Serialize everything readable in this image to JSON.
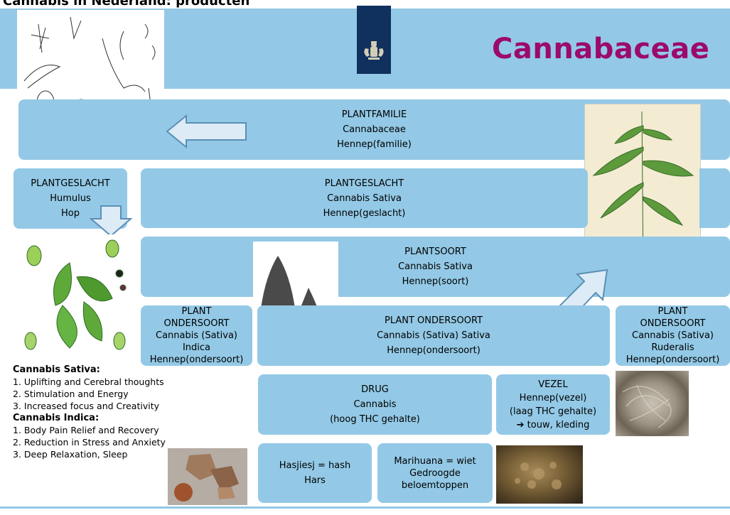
{
  "header": {
    "cut_title": "Cannabis in Nederland: producten",
    "title": "Cannabaceae",
    "logo_icon": "dutch-coat-of-arms-icon",
    "title_color": "#9c0a6b",
    "band_color": "#93c9e6",
    "logo_color": "#10305e"
  },
  "boxes": {
    "plantfamilie": {
      "line1": "PLANTFAMILIE",
      "line2": "Cannabaceae",
      "line3": "Hennep(familie)"
    },
    "geslacht_humulus": {
      "line1": "PLANTGESLACHT",
      "line2": "Humulus",
      "line3": "Hop"
    },
    "geslacht_cannabis": {
      "line1": "PLANTGESLACHT",
      "line2": "Cannabis Sativa",
      "line3": "Hennep(geslacht)"
    },
    "plantsoort": {
      "line1": "PLANTSOORT",
      "line2": "Cannabis Sativa",
      "line3": "Hennep(soort)"
    },
    "ondersoort_indica": {
      "line1": "PLANT",
      "line2": "ONDERSOORT",
      "line3": "Cannabis  (Sativa)",
      "line4": "Indica",
      "line5": "Hennep(ondersoort)"
    },
    "ondersoort_sativa": {
      "line1": "PLANT ONDERSOORT",
      "line2": "Cannabis  (Sativa) Sativa",
      "line3": "Hennep(ondersoort)"
    },
    "ondersoort_ruderalis": {
      "line1": "PLANT",
      "line2": "ONDERSOORT",
      "line3": "Cannabis (Sativa)",
      "line4": "Ruderalis",
      "line5": "Hennep(ondersoort)"
    },
    "drug": {
      "line1": "DRUG",
      "line2": "Cannabis",
      "line3": "(hoog THC gehalte)"
    },
    "vezel": {
      "line1": "VEZEL",
      "line2": "Hennep(vezel)",
      "line3": "(laag THC gehalte)",
      "line4": "➔ touw, kleding"
    },
    "hasjiesj": {
      "line1": "Hasjiesj = hash",
      "line2": "Hars"
    },
    "marihuana": {
      "line1": "Marihuana = wiet",
      "line2": "Gedroogde",
      "line3": "beloemtoppen"
    }
  },
  "info": {
    "sativa_heading": "Cannabis Sativa:",
    "sativa_items": [
      "1. Uplifting and Cerebral thoughts",
      "2. Stimulation and Energy",
      "3. Increased focus and Creativity"
    ],
    "indica_heading": "Cannabis Indica:",
    "indica_items": [
      "1. Body Pain Relief and Recovery",
      "2. Reduction in Stress and Anxiety",
      "3. Deep Relaxation, Sleep"
    ]
  },
  "images": {
    "hop_botanical": "hop-botanical-illustration",
    "hop_plant": "hop-plant-illustration",
    "cannabis_botanical": "cannabis-botanical-illustration",
    "plant_silhouettes": "cannabis-subspecies-silhouettes",
    "fiber_photo": "hemp-fiber-photo",
    "hash_photo": "hashish-photo",
    "bud_photo": "dried-bud-photo"
  }
}
